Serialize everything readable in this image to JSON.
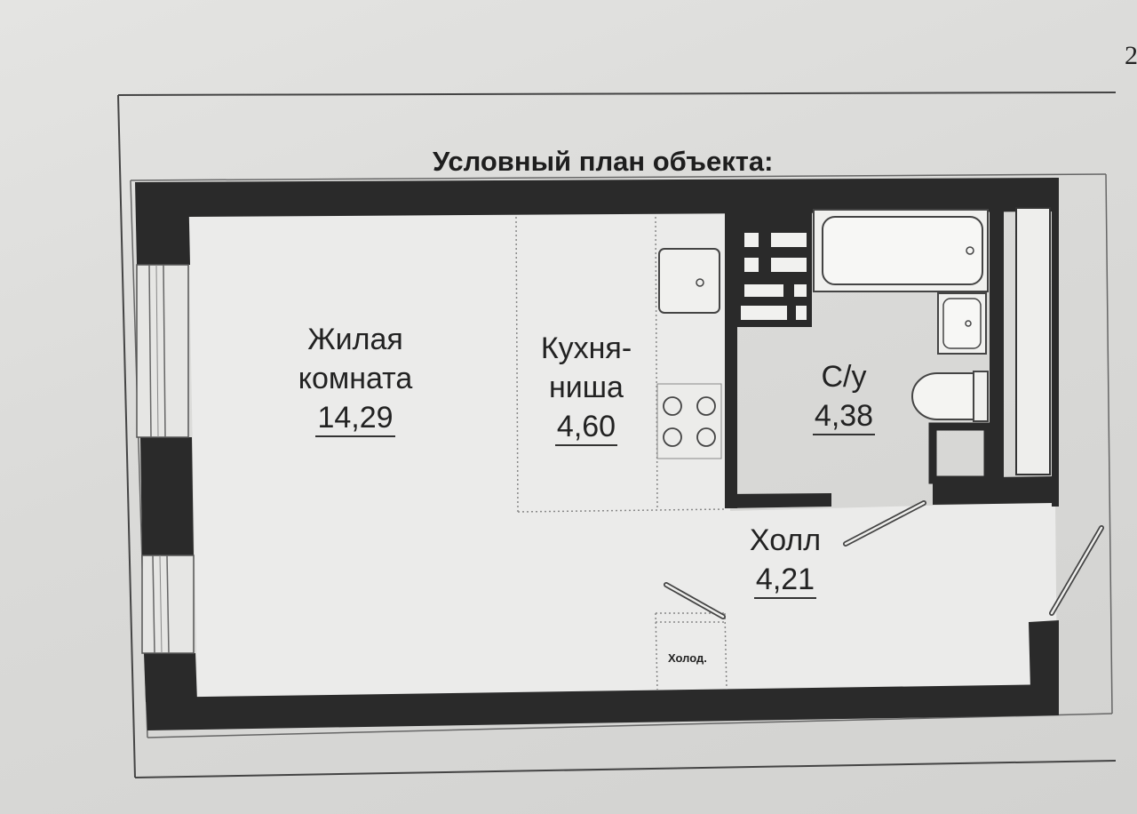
{
  "page_number": "2",
  "title": "Условный план объекта:",
  "rooms": {
    "living": {
      "name_line1": "Жилая",
      "name_line2": "комната",
      "area": "14,29"
    },
    "kitchen": {
      "name_line1": "Кухня-",
      "name_line2": "ниша",
      "area": "4,60"
    },
    "bathroom": {
      "name": "С/у",
      "area": "4,38"
    },
    "hall": {
      "name": "Холл",
      "area": "4,21"
    }
  },
  "fridge_label": "Холод."
}
